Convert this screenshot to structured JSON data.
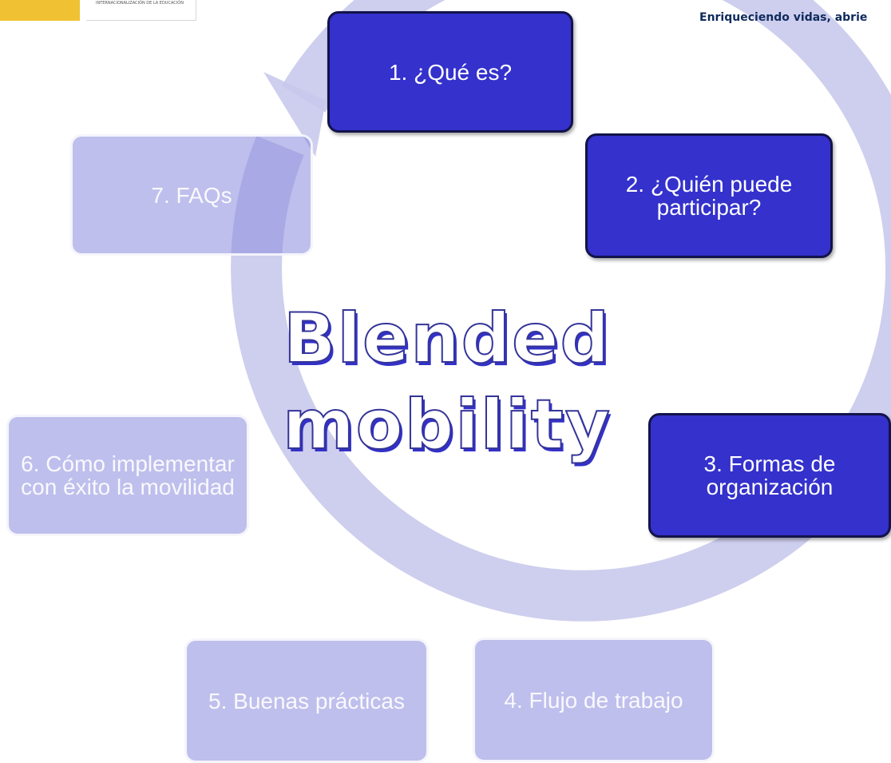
{
  "header": {
    "institution_text": "INTERNACIONALIZACIÓN DE LA EDUCACIÓN",
    "tagline": "Enriqueciendo vidas, abrie"
  },
  "diagram": {
    "title": "Blended mobility",
    "title_lines": [
      "Blended",
      "mobility"
    ],
    "steps": [
      {
        "label": "1. ¿Qué es?",
        "state": "active"
      },
      {
        "label": "2. ¿Quién puede participar?",
        "state": "active"
      },
      {
        "label": "3. Formas de organización",
        "state": "active"
      },
      {
        "label": "4. Flujo de trabajo",
        "state": "muted"
      },
      {
        "label": "5. Buenas prácticas",
        "state": "muted"
      },
      {
        "label": "6. Cómo implementar  con éxito la movilidad",
        "state": "muted"
      },
      {
        "label": "7. FAQs",
        "state": "muted"
      }
    ]
  },
  "colors": {
    "active_box": "#3431cc",
    "active_border": "#12134a",
    "muted_box": "#8a8ade",
    "arrow": "#c9c9ec",
    "title_outline": "#34349a"
  }
}
